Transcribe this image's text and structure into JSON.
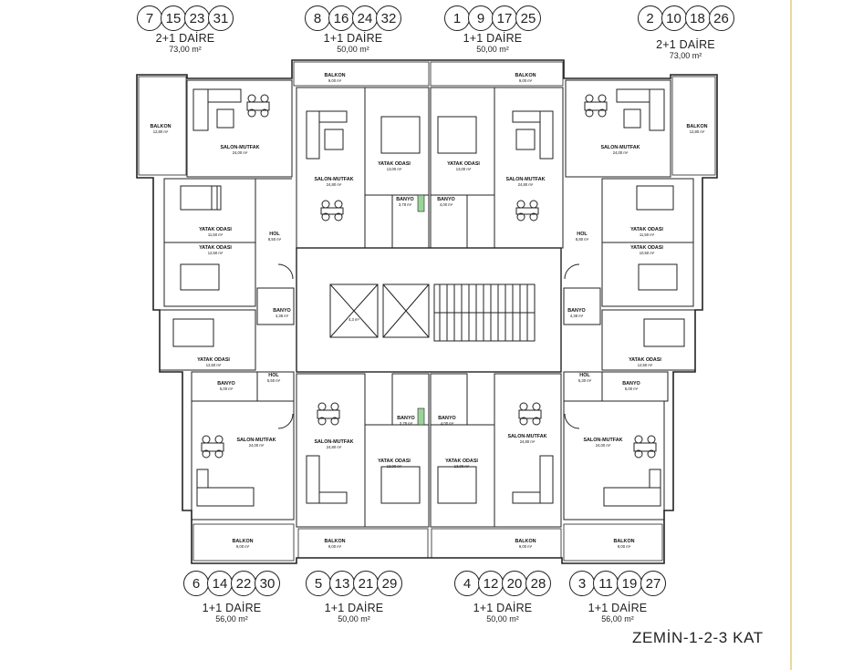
{
  "top_units": [
    {
      "numbers": [
        "7",
        "15",
        "23",
        "31"
      ],
      "type": "2+1 DAİRE",
      "area": "73,00 m²"
    },
    {
      "numbers": [
        "8",
        "16",
        "24",
        "32"
      ],
      "type": "1+1 DAİRE",
      "area": "50,00 m²"
    },
    {
      "numbers": [
        "1",
        "9",
        "17",
        "25"
      ],
      "type": "1+1 DAİRE",
      "area": "50,00 m²"
    },
    {
      "numbers": [
        "2",
        "10",
        "18",
        "26"
      ],
      "type": "2+1 DAİRE",
      "area": "73,00 m²"
    }
  ],
  "bottom_units": [
    {
      "numbers": [
        "6",
        "14",
        "22",
        "30"
      ],
      "type": "1+1 DAİRE",
      "area": "56,00 m²"
    },
    {
      "numbers": [
        "5",
        "13",
        "21",
        "29"
      ],
      "type": "1+1 DAİRE",
      "area": "50,00 m²"
    },
    {
      "numbers": [
        "4",
        "12",
        "20",
        "28"
      ],
      "type": "1+1 DAİRE",
      "area": "50,00 m²"
    },
    {
      "numbers": [
        "3",
        "11",
        "19",
        "27"
      ],
      "type": "1+1 DAİRE",
      "area": "56,00 m²"
    }
  ],
  "floor_label": "ZEMİN-1-2-3 KAT",
  "rooms": {
    "balkon": "BALKON",
    "salon": "SALON-MUTFAK",
    "yatak": "YATAK ODASI",
    "banyo": "BANYO",
    "hol": "HOL",
    "a_balkon_side": "12,80 m²",
    "a_balkon_top": "9,00 m²",
    "a_salon_73": "24,00 m²",
    "a_salon_50": "24,80 m²",
    "a_salon_56": "24,00 m²",
    "a_yatak_1150": "11,50 m²",
    "a_yatak_1250": "12,50 m²",
    "a_yatak_13": "13,00 m²",
    "a_yatak_1050": "10,50 m²",
    "a_banyo_378": "3,78 m²",
    "a_banyo_4": "4,00 m²",
    "a_banyo_438": "4,38 m²",
    "a_banyo_5": "5,00 m²",
    "a_hol_850": "8,50 m²",
    "a_hol_550": "5,50 m²",
    "a_hol_880": "8,80 m²",
    "a_hol_530": "5,30 m²",
    "a_asansor": "4,3 m²"
  }
}
